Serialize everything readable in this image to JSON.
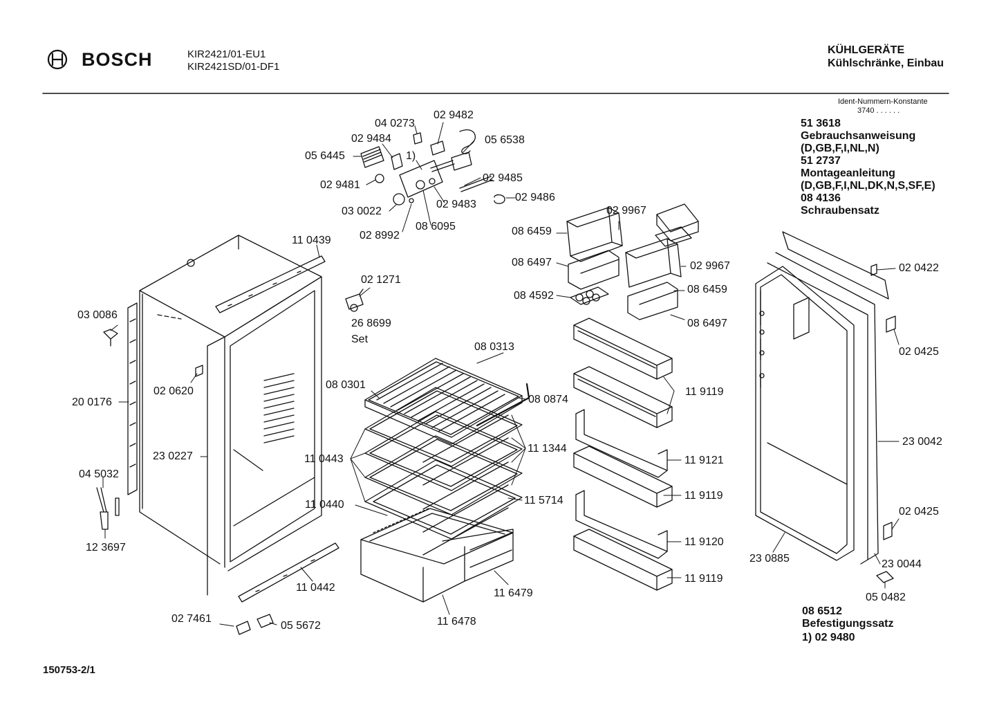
{
  "header": {
    "brand": "BOSCH",
    "model_line_1": "KIR2421/01-EU1",
    "model_line_2": "KIR2421SD/01-DF1",
    "category_line_1": "KÜHLGERÄTE",
    "category_line_2": "Kühlschränke, Einbau"
  },
  "ident": {
    "title": "Ident-Nummern-Konstante",
    "value": "3740  . .   . . . ."
  },
  "info_block": [
    "51 3618",
    "Gebrauchsanweisung",
    "(D,GB,F,I,NL,N)",
    "51 2737",
    "Montageanleitung",
    "(D,GB,F,I,NL,DK,N,S,SF,E)",
    "08 4136",
    "Schraubensatz"
  ],
  "footer_block": [
    "08 6512",
    "Befestigungssatz",
    "1)  02 9480"
  ],
  "sheet_number": "150753-2/1",
  "parts": [
    "04 0273",
    "02 9482",
    "02 9484",
    "05 6538",
    "05 6445",
    "1)",
    "02 9485",
    "02 9481",
    "02 9486",
    "03 0022",
    "02 9483",
    "08 6095",
    "02 8992",
    "11 0439",
    "02 9967",
    "08 6459",
    "08 6497",
    "02 9967",
    "08 6459",
    "08 4592",
    "08 6497",
    "02 1271",
    "26 8699",
    "Set",
    "03 0086",
    "08 0313",
    "08 0301",
    "08 0874",
    "02 0620",
    "20 0176",
    "11 9119",
    "11 1344",
    "11 0443",
    "23 0227",
    "11 9121",
    "04 5032",
    "11 9119",
    "11 0440",
    "11 5714",
    "11 9120",
    "12 3697",
    "11 9119",
    "11 0442",
    "11 6479",
    "11 6478",
    "02 7461",
    "05 5672",
    "02 0422",
    "02 0425",
    "23 0042",
    "02 0425",
    "23 0885",
    "23 0044",
    "05 0482"
  ]
}
